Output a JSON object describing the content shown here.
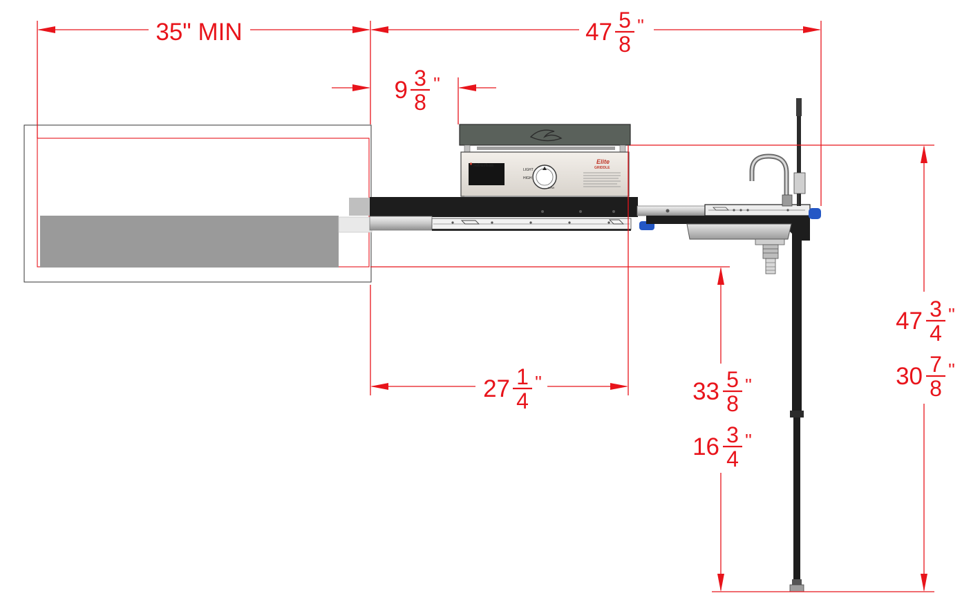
{
  "dimensions": {
    "drawer_depth": {
      "text": "35\" MIN"
    },
    "overall_width": {
      "whole": "47",
      "num": "5",
      "den": "8",
      "unit": "''"
    },
    "griddle_offset": {
      "whole": "9",
      "num": "3",
      "den": "8",
      "unit": "''"
    },
    "slide_length": {
      "whole": "27",
      "num": "1",
      "den": "4",
      "unit": "''"
    },
    "overall_height": {
      "whole": "47",
      "num": "3",
      "den": "4",
      "unit": "''"
    },
    "counter_height": {
      "whole": "30",
      "num": "7",
      "den": "8",
      "unit": "''"
    },
    "table_height_max": {
      "whole": "33",
      "num": "5",
      "den": "8",
      "unit": "''"
    },
    "table_height_min": {
      "whole": "16",
      "num": "3",
      "den": "4",
      "unit": "''"
    }
  },
  "griddle": {
    "brand": "Suburban",
    "control_light": "LIGHT",
    "control_high": "HIGH",
    "control_low": "LOW",
    "product_line": "Elite",
    "product_type": "GRIDDLE"
  },
  "colors": {
    "dimension": "#e8141b",
    "body_dark": "#1d1d1d",
    "griddle_top": "#5a615b",
    "drawer_fill": "#9a9a9a"
  }
}
